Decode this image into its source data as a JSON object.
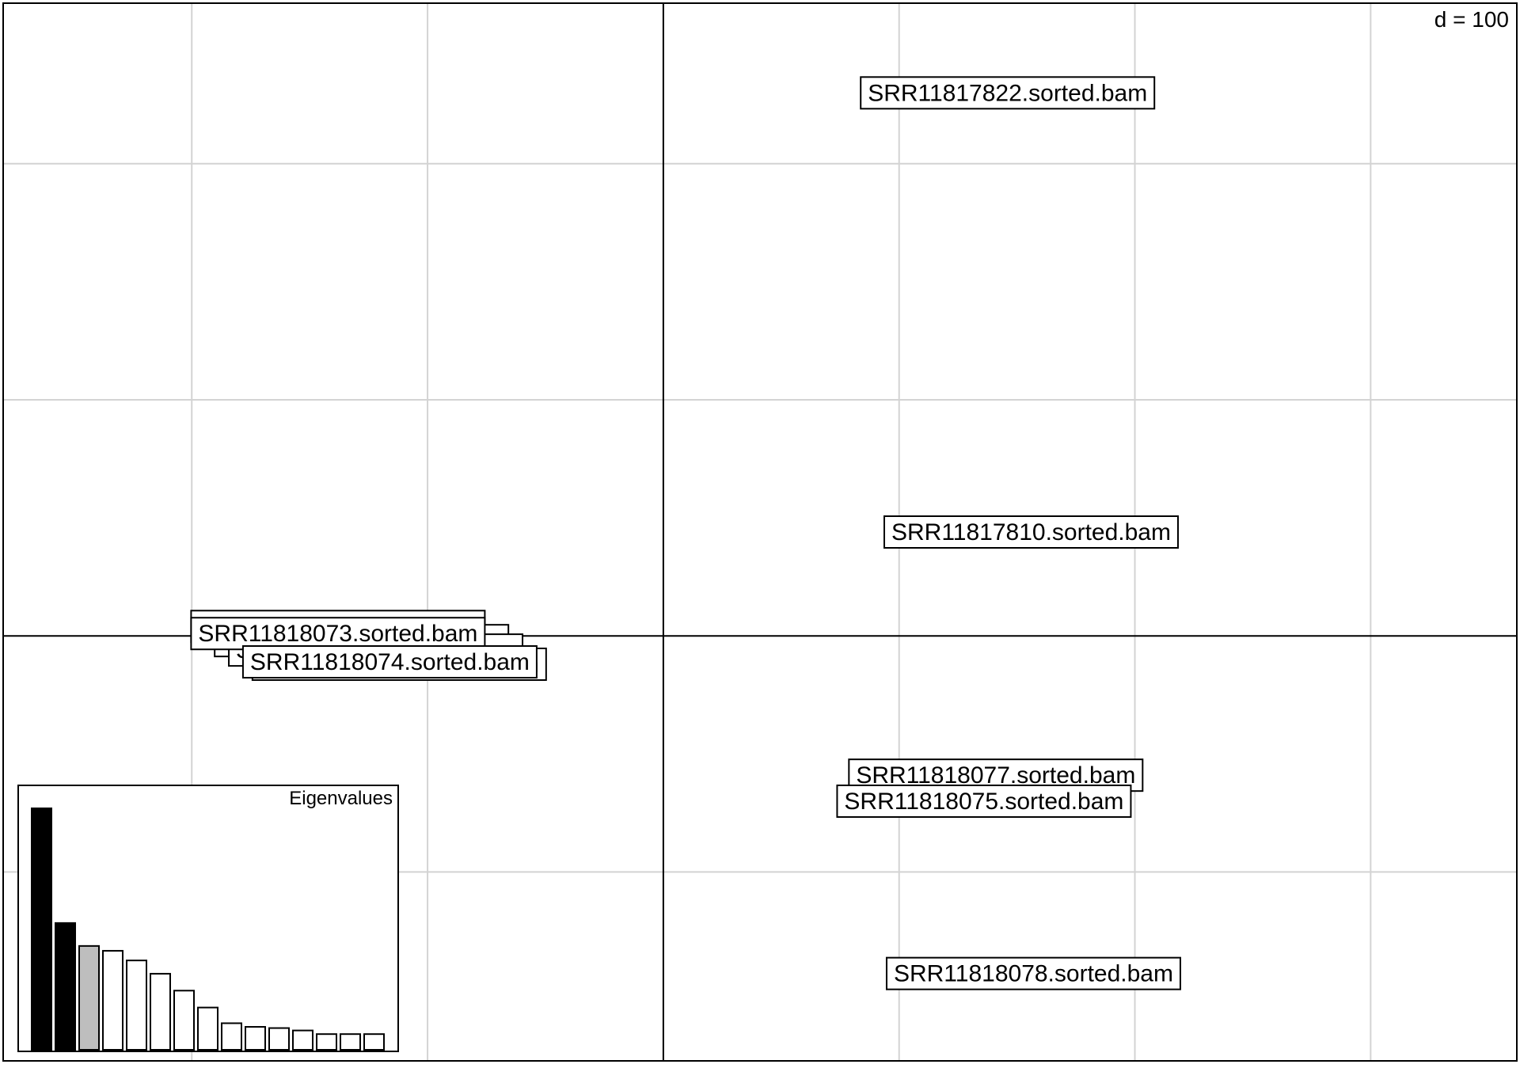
{
  "chart_data": [
    {
      "type": "scatter",
      "title": "",
      "xlabel": "",
      "ylabel": "",
      "scale_label": "d = 100",
      "grid": true,
      "xlim": [
        -280,
        362
      ],
      "ylim": [
        -180,
        268
      ],
      "origin": [
        0,
        0
      ],
      "points": [
        {
          "label": "SRR11818072.sorted.bam",
          "x": -138,
          "y": 4
        },
        {
          "label": "SRR11818079.sorted.bam",
          "x": -128,
          "y": -2
        },
        {
          "label": "SRR11818080.sorted.bam",
          "x": -122,
          "y": -6
        },
        {
          "label": "SRR11818076.sorted.bam",
          "x": -112,
          "y": -12
        },
        {
          "label": "SRR11818073.sorted.bam",
          "x": -138,
          "y": 1
        },
        {
          "label": "SRR11818074.sorted.bam",
          "x": -116,
          "y": -11
        },
        {
          "label": "SRR11817822.sorted.bam",
          "x": 146,
          "y": 230
        },
        {
          "label": "SRR11817810.sorted.bam",
          "x": 156,
          "y": 44
        },
        {
          "label": "SRR11818077.sorted.bam",
          "x": 141,
          "y": -59
        },
        {
          "label": "SRR11818075.sorted.bam",
          "x": 136,
          "y": -70
        },
        {
          "label": "SRR11818078.sorted.bam",
          "x": 157,
          "y": -143
        }
      ]
    },
    {
      "type": "bar",
      "title": "Eigenvalues",
      "values": [
        100,
        52.5,
        43,
        41,
        37,
        31.5,
        24.5,
        17.5,
        11,
        9.5,
        9,
        8,
        6.5,
        6.5,
        6.5
      ],
      "colors": [
        "#000000",
        "#000000",
        "#bebebe",
        "#ffffff",
        "#ffffff",
        "#ffffff",
        "#ffffff",
        "#ffffff",
        "#ffffff",
        "#ffffff",
        "#ffffff",
        "#ffffff",
        "#ffffff",
        "#ffffff",
        "#ffffff"
      ]
    }
  ]
}
